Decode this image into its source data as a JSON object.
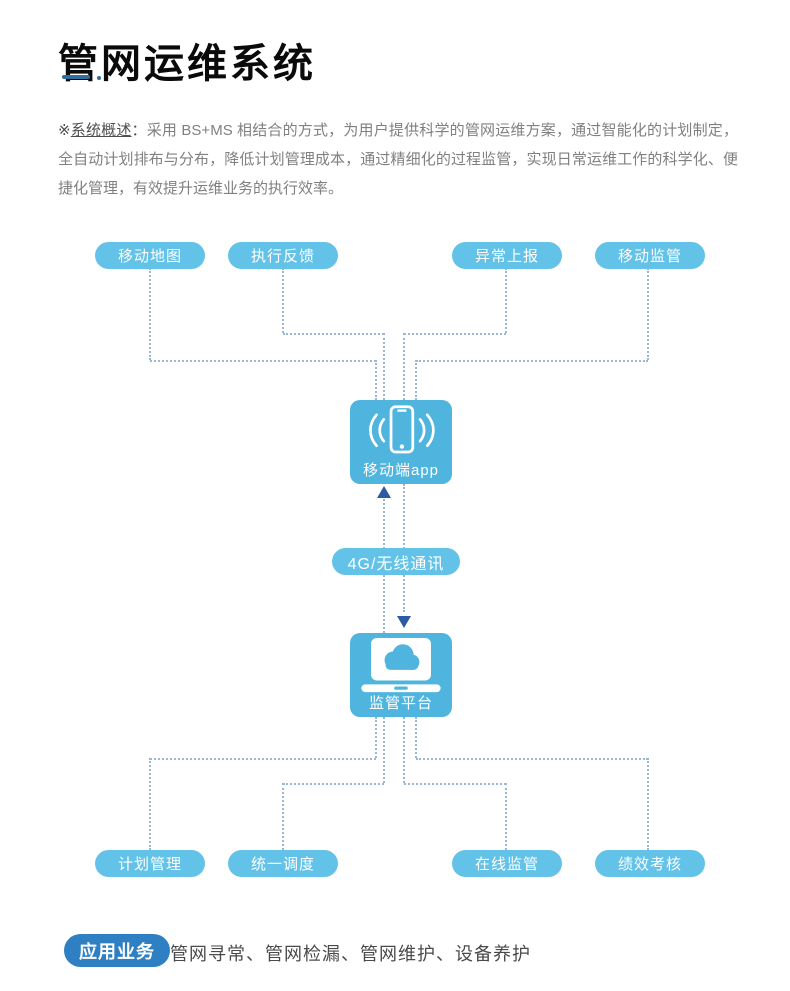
{
  "page": {
    "title": "管网运维系统"
  },
  "overview": {
    "marker": "※",
    "label": "系统概述",
    "colon": "：",
    "text": "采用 BS+MS 相结合的方式，为用户提供科学的管网运维方案，通过智能化的计划制定，全自动计划排布与分布，降低计划管理成本，通过精细化的过程监管，实现日常运维工作的科学化、便捷化管理，有效提升运维业务的执行效率。"
  },
  "diagram": {
    "top_nodes": [
      "移动地图",
      "执行反馈",
      "异常上报",
      "移动监管"
    ],
    "app_label": "移动端app",
    "link_label": "4G/无线通讯",
    "platform_label": "监管平台",
    "bottom_nodes": [
      "计划管理",
      "统一调度",
      "在线监管",
      "绩效考核"
    ]
  },
  "footer": {
    "badge": "应用业务",
    "text": "管网寻常、管网检漏、管网维护、设备养护"
  },
  "colors": {
    "btn": "#63c2e7",
    "box": "#4fb5df",
    "badge": "#2e80c3",
    "arrow": "#2c5ba6",
    "dots": "#9cb6d8",
    "divider": "#2f6e9e",
    "title": "#0a0a0a",
    "body-text": "#808080",
    "label-text": "#4e4e4e",
    "footer-text": "#4a4a4a"
  }
}
